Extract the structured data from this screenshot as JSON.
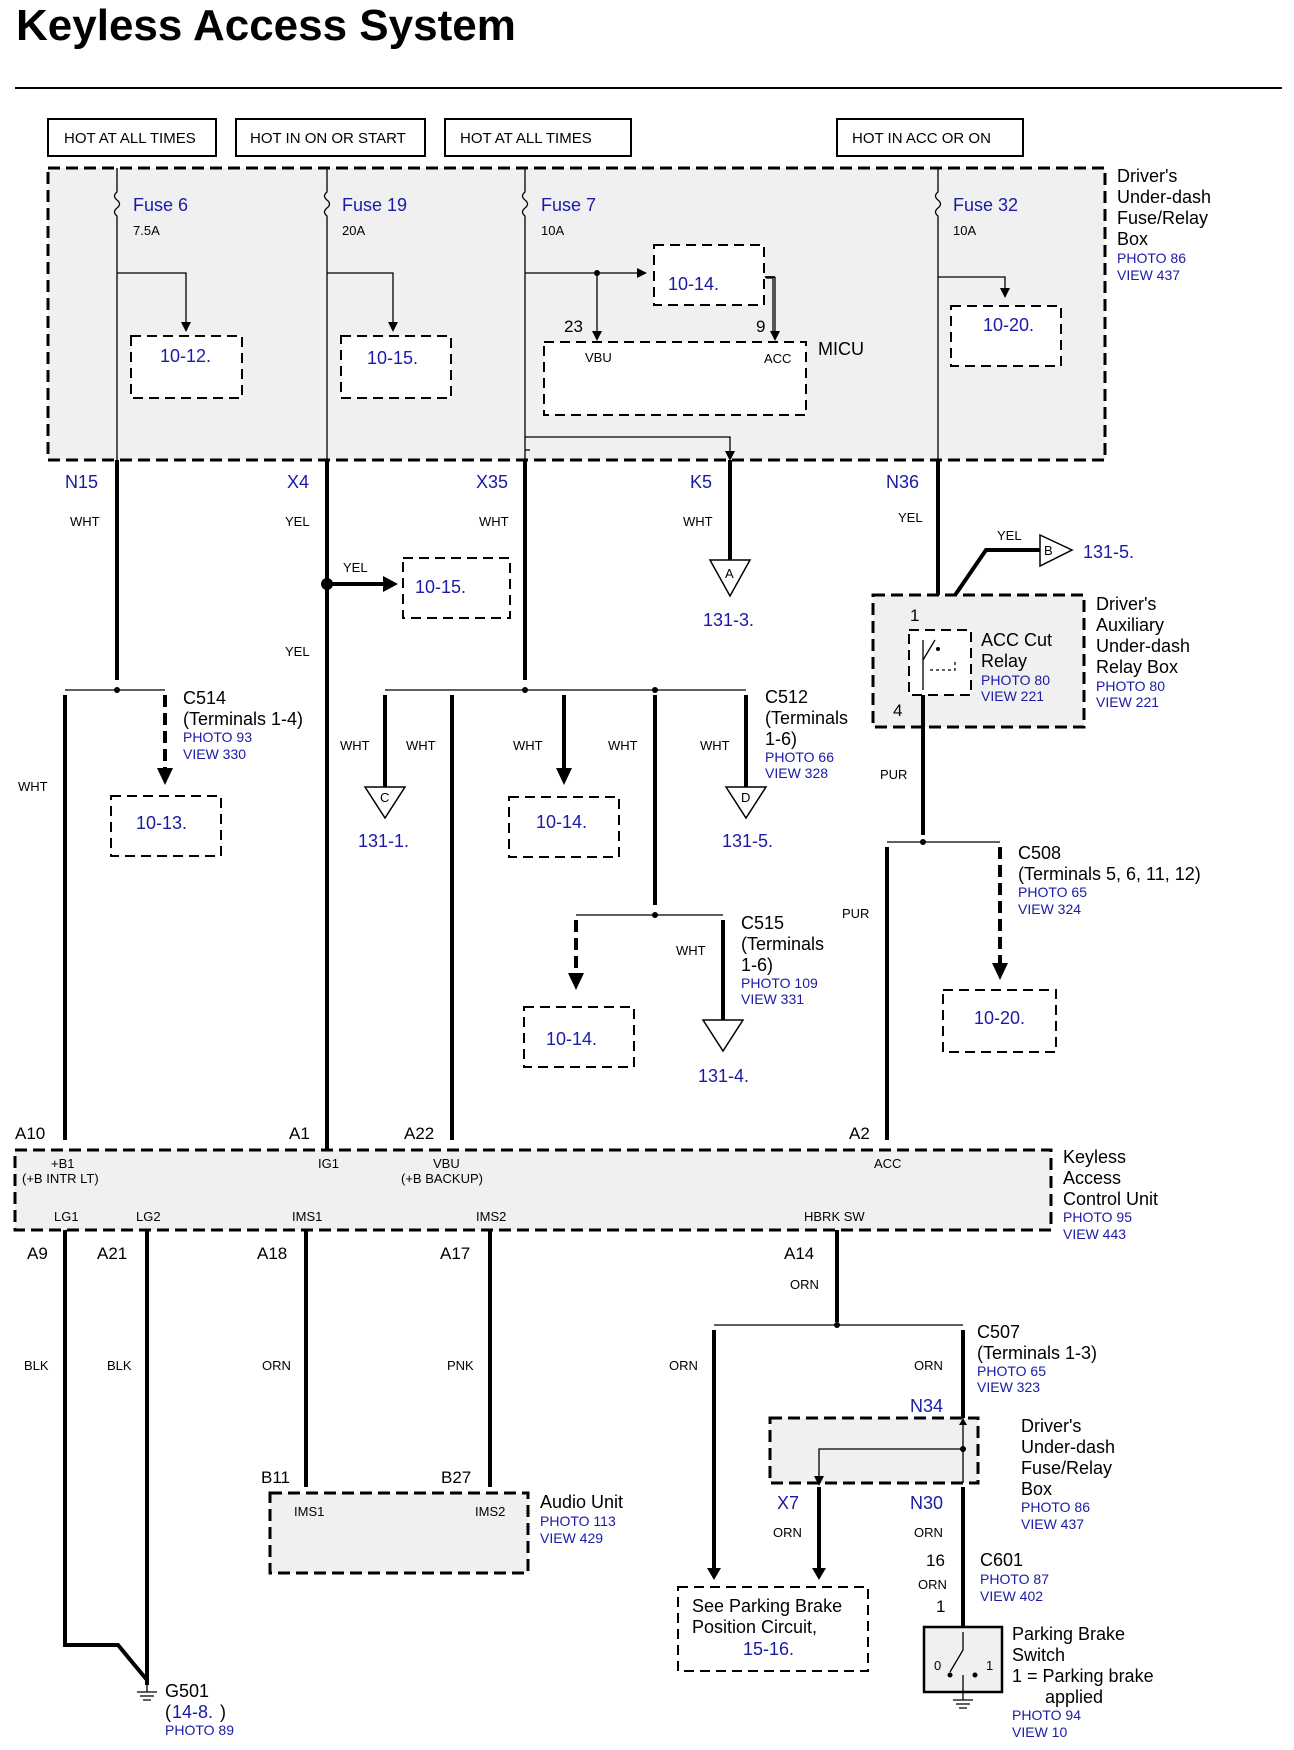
{
  "title": "Keyless Access System",
  "power_headers": [
    "HOT AT ALL TIMES",
    "HOT IN ON OR START",
    "HOT AT ALL TIMES",
    "HOT IN ACC OR ON"
  ],
  "fuses": [
    {
      "name": "Fuse 6",
      "rating": "7.5A"
    },
    {
      "name": "Fuse 19",
      "rating": "20A"
    },
    {
      "name": "Fuse 7",
      "rating": "10A"
    },
    {
      "name": "Fuse 32",
      "rating": "10A"
    }
  ],
  "fuse_box": {
    "name": "Driver's Under-dash Fuse/Relay Box",
    "line1": "Driver's",
    "line2": "Under-dash",
    "line3": "Fuse/Relay",
    "line4": "Box",
    "photo": "PHOTO 86",
    "view": "VIEW 437"
  },
  "micu": {
    "name": "MICU",
    "pin_vbu": "23",
    "pin_acc": "9",
    "vbu": "VBU",
    "acc": "ACC"
  },
  "refs": {
    "r10_12": "10-12.",
    "r10_15a": "10-15.",
    "r10_14a": "10-14.",
    "r10_20a": "10-20.",
    "r10_15b": "10-15.",
    "r10_13": "10-13.",
    "r10_14b": "10-14.",
    "r10_14c": "10-14.",
    "r10_20b": "10-20.",
    "r131_5a": "131-5.",
    "r131_3": "131-3.",
    "r131_1": "131-1.",
    "r131_5b": "131-5.",
    "r131_4": "131-4."
  },
  "terminals": {
    "n15": "N15",
    "x4": "X4",
    "x35": "X35",
    "k5": "K5",
    "n36": "N36"
  },
  "wires": {
    "wht": "WHT",
    "yel": "YEL",
    "pur": "PUR",
    "blk": "BLK",
    "orn": "ORN",
    "pnk": "PNK"
  },
  "offpage": {
    "a": "A",
    "b": "B",
    "c": "C",
    "d": "D"
  },
  "relay_box": {
    "line1": "Driver's",
    "line2": "Auxiliary",
    "line3": "Under-dash",
    "line4": "Relay Box",
    "photo": "PHOTO 80",
    "view": "VIEW 221"
  },
  "acc_relay": {
    "line1": "ACC Cut",
    "line2": "Relay",
    "photo": "PHOTO 80",
    "view": "VIEW 221",
    "pin1": "1",
    "pin4": "4"
  },
  "c514": {
    "name": "C514",
    "terms": "(Terminals 1-4)",
    "photo": "PHOTO 93",
    "view": "VIEW 330"
  },
  "c512": {
    "name": "C512",
    "terms1": "(Terminals",
    "terms2": "1-6)",
    "photo": "PHOTO 66",
    "view": "VIEW 328"
  },
  "c515": {
    "name": "C515",
    "terms1": "(Terminals",
    "terms2": "1-6)",
    "photo": "PHOTO 109",
    "view": "VIEW 331"
  },
  "c508": {
    "name": "C508",
    "terms": "(Terminals 5, 6, 11, 12)",
    "photo": "PHOTO 65",
    "view": "VIEW 324"
  },
  "kacu": {
    "line1": "Keyless",
    "line2": "Access",
    "line3": "Control Unit",
    "photo": "PHOTO 95",
    "view": "VIEW 443",
    "a10": "A10",
    "a1": "A1",
    "a22": "A22",
    "a2": "A2",
    "b1": "+B1",
    "b1sub": "(+B INTR LT)",
    "ig1": "IG1",
    "vbu": "VBU",
    "vbusub": "(+B BACKUP)",
    "acc": "ACC",
    "lg1": "LG1",
    "lg2": "LG2",
    "ims1": "IMS1",
    "ims2": "IMS2",
    "hbrk": "HBRK SW",
    "a9": "A9",
    "a21": "A21",
    "a18": "A18",
    "a17": "A17",
    "a14": "A14"
  },
  "audio": {
    "name": "Audio Unit",
    "photo": "PHOTO 113",
    "view": "VIEW 429",
    "b11": "B11",
    "b27": "B27",
    "ims1": "IMS1",
    "ims2": "IMS2"
  },
  "c507": {
    "name": "C507",
    "terms": "(Terminals 1-3)",
    "photo": "PHOTO 65",
    "view": "VIEW 323"
  },
  "fuse_box2": {
    "line1": "Driver's",
    "line2": "Under-dash",
    "line3": "Fuse/Relay",
    "line4": "Box",
    "photo": "PHOTO 86",
    "view": "VIEW 437",
    "n34": "N34",
    "x7": "X7",
    "n30": "N30"
  },
  "c601": {
    "name": "C601",
    "photo": "PHOTO 87",
    "view": "VIEW 402",
    "p16": "16",
    "p1": "1"
  },
  "parking_ref": {
    "line1": "See Parking Brake",
    "line2": "Position Circuit,",
    "ref": "15-16."
  },
  "pbs": {
    "line1": "Parking Brake",
    "line2": "Switch",
    "line3": "1 = Parking brake",
    "line4": "applied",
    "photo": "PHOTO 94",
    "view": "VIEW 10",
    "s0": "0",
    "s1": "1"
  },
  "g501": {
    "name": "G501",
    "ref": "14-8.",
    "photo": "PHOTO 89"
  }
}
